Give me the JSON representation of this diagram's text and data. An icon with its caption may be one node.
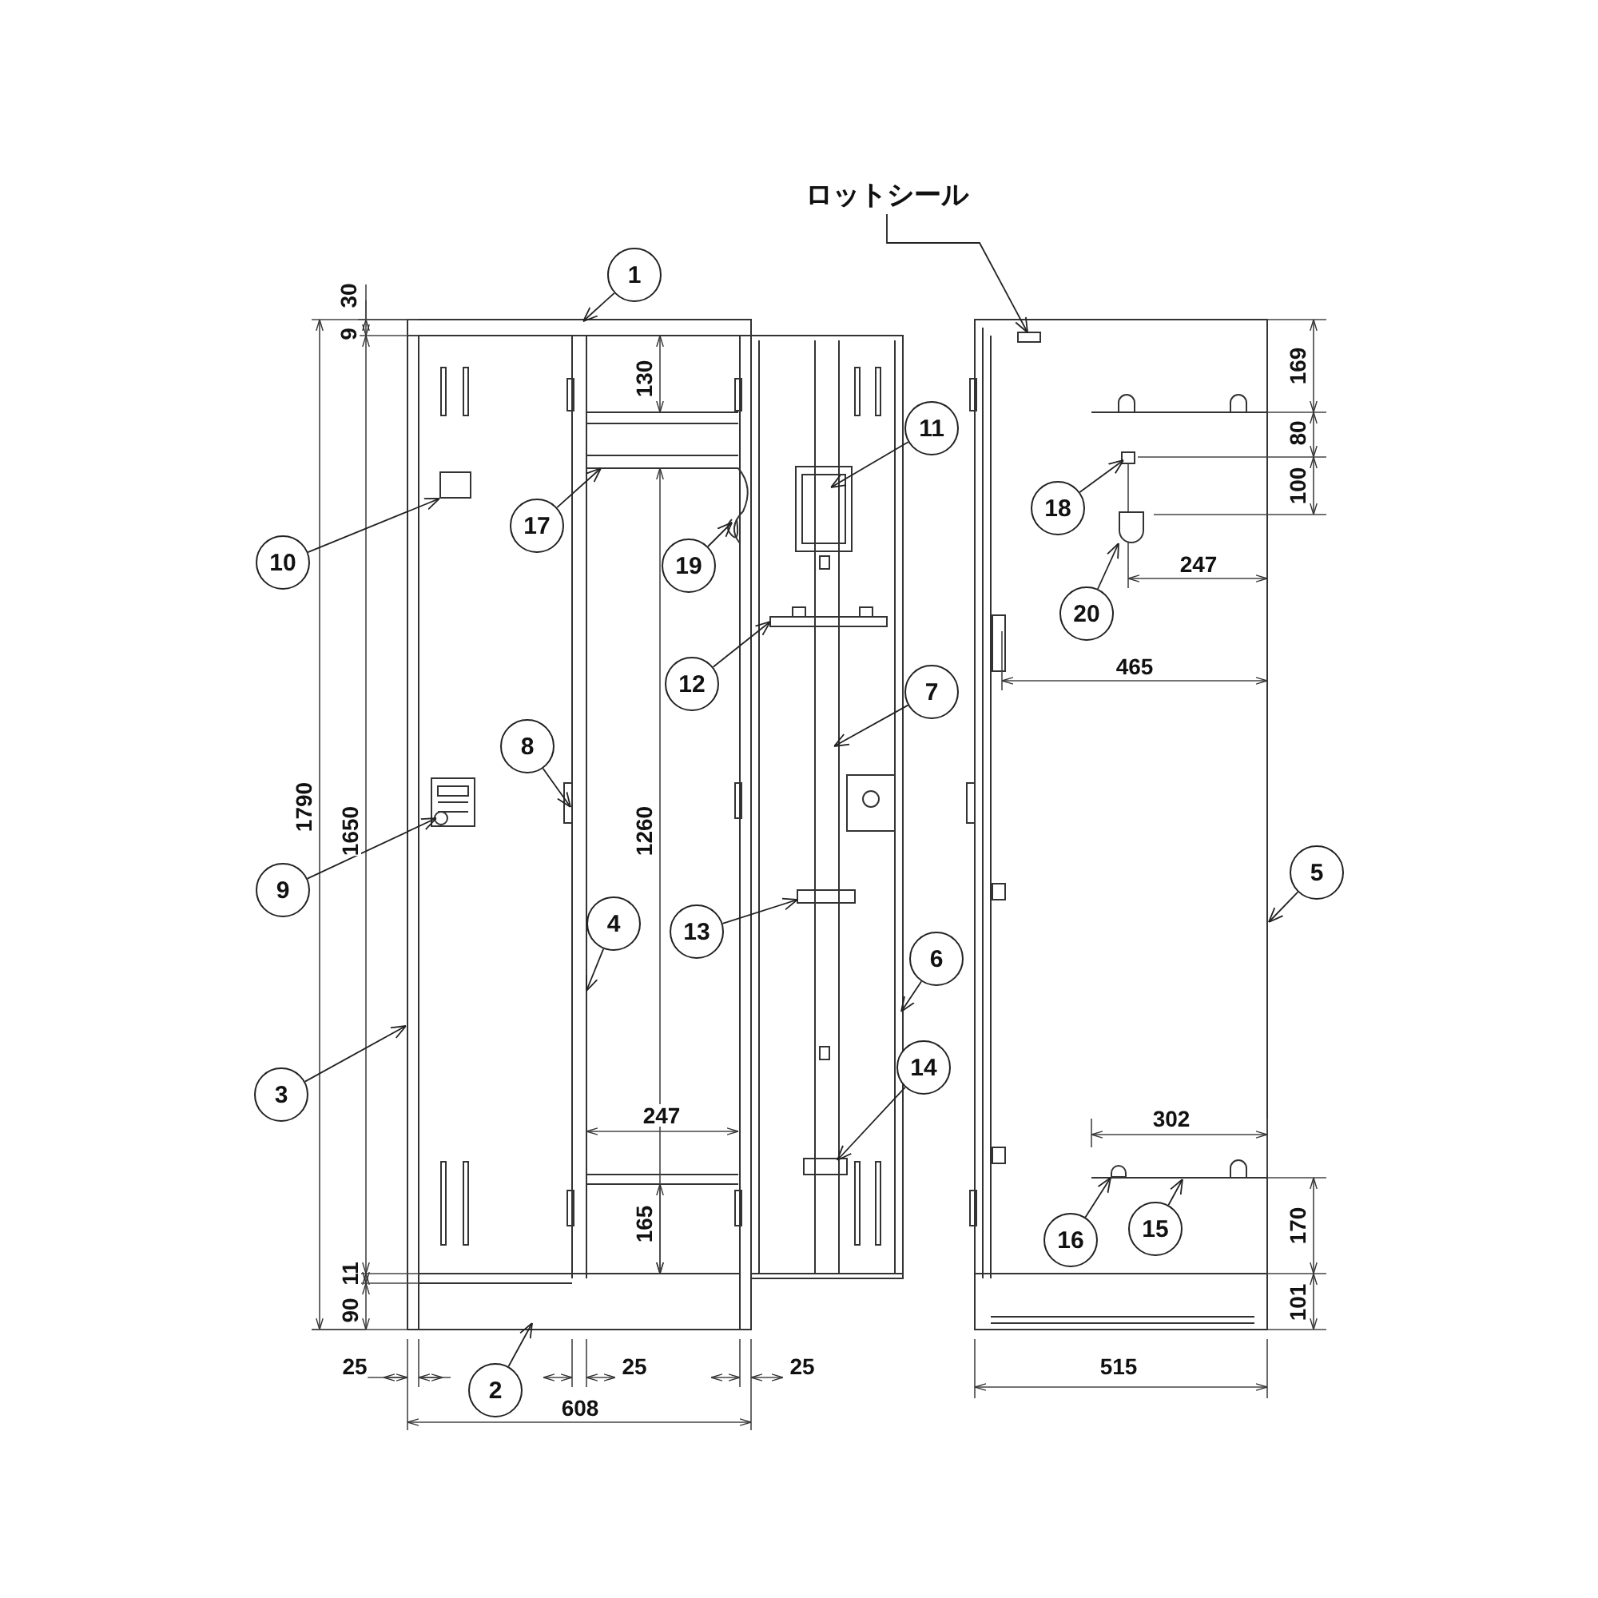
{
  "diagram": {
    "nodes": [
      {
        "text": [
          "ロットシール"
        ]
      },
      {
        "text": [
          "1"
        ]
      },
      {
        "text": [
          "2"
        ]
      },
      {
        "text": [
          "3"
        ]
      },
      {
        "text": [
          "4"
        ]
      },
      {
        "text": [
          "5"
        ]
      },
      {
        "text": [
          "6"
        ]
      },
      {
        "text": [
          "7"
        ]
      },
      {
        "text": [
          "8"
        ]
      },
      {
        "text": [
          "9"
        ]
      },
      {
        "text": [
          "10"
        ]
      },
      {
        "text": [
          "11"
        ]
      },
      {
        "text": [
          "12"
        ]
      },
      {
        "text": [
          "13"
        ]
      },
      {
        "text": [
          "14"
        ]
      },
      {
        "text": [
          "15"
        ]
      },
      {
        "text": [
          "16"
        ]
      },
      {
        "text": [
          "17"
        ]
      },
      {
        "text": [
          "18"
        ]
      },
      {
        "text": [
          "19"
        ]
      },
      {
        "text": [
          "20"
        ]
      },
      {
        "text": [],
        "shape": "box"
      },
      {
        "text": [],
        "shape": "cup"
      },
      {
        "text": [],
        "shape": "arch"
      }
    ],
    "edges": [
      {
        "from": 0,
        "to": null,
        "arrow": "to"
      },
      {
        "from": 1,
        "to": null,
        "arrow": "to"
      },
      {
        "from": 2,
        "to": null,
        "arrow": "to"
      },
      {
        "from": 3,
        "to": null,
        "arrow": "to"
      },
      {
        "from": 4,
        "to": null,
        "arrow": "to"
      },
      {
        "from": 5,
        "to": null,
        "arrow": "to"
      },
      {
        "from": 6,
        "to": null,
        "arrow": "to"
      },
      {
        "from": 7,
        "to": null,
        "arrow": "to"
      },
      {
        "from": 8,
        "to": null,
        "arrow": "to"
      },
      {
        "from": 9,
        "to": null,
        "arrow": "to"
      },
      {
        "from": 10,
        "to": 21,
        "arrow": "to"
      },
      {
        "from": 11,
        "to": null,
        "arrow": "to"
      },
      {
        "from": 12,
        "to": null,
        "arrow": "to"
      },
      {
        "from": 13,
        "to": null,
        "arrow": "to"
      },
      {
        "from": 14,
        "to": null,
        "arrow": "to"
      },
      {
        "from": 15,
        "to": null,
        "arrow": "to"
      },
      {
        "from": 16,
        "to": 23,
        "arrow": "to"
      },
      {
        "from": 17,
        "to": null,
        "arrow": "to"
      },
      {
        "from": 18,
        "to": null,
        "arrow": "to"
      },
      {
        "from": 19,
        "to": null,
        "arrow": "to"
      },
      {
        "from": 20,
        "to": 22,
        "arrow": "to"
      }
    ],
    "labels": [
      "30",
      "9",
      "130",
      "169",
      "80",
      "100",
      "247",
      "465",
      "1790",
      "1650",
      "1260",
      "247",
      "302",
      "165",
      "170",
      "11",
      "90",
      "101",
      "25",
      "25",
      "25",
      "515",
      "608"
    ]
  }
}
